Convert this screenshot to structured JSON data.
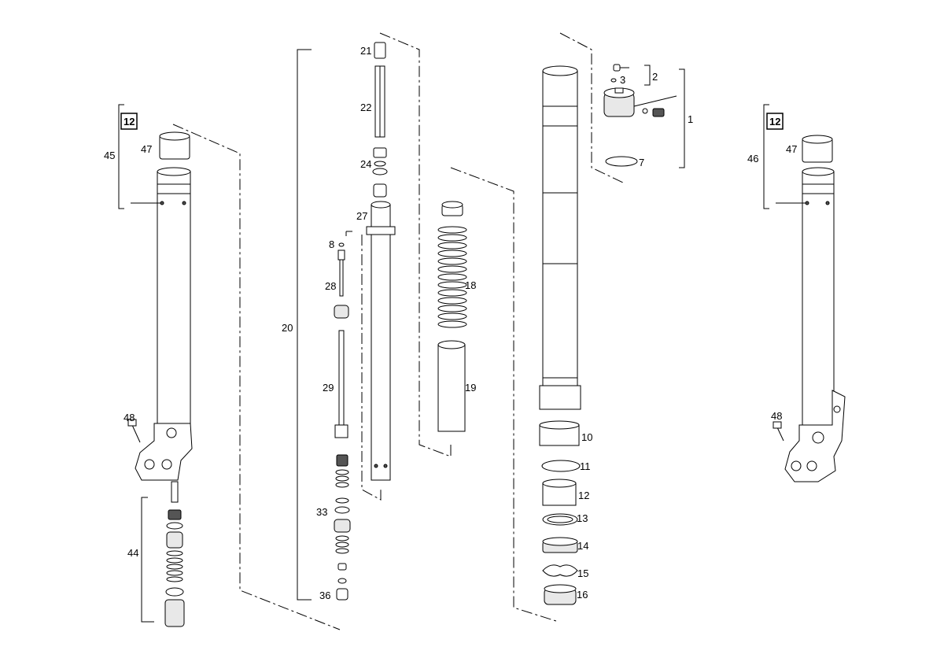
{
  "diagram": {
    "callouts": {
      "c1": "1",
      "c2": "2",
      "c3": "3",
      "c7": "7",
      "c8": "8",
      "c10": "10",
      "c11": "11",
      "c12": "12",
      "c13": "13",
      "c14": "14",
      "c15": "15",
      "c16": "16",
      "c18": "18",
      "c19": "19",
      "c20": "20",
      "c21": "21",
      "c22": "22",
      "c24": "24",
      "c27": "27",
      "c28": "28",
      "c29": "29",
      "c33": "33",
      "c36": "36",
      "c44": "44",
      "c45": "45",
      "c46": "46",
      "c47a": "47",
      "c47b": "47",
      "c48a": "48",
      "c48b": "48"
    },
    "boxed_labels": {
      "left": "12",
      "right": "12"
    }
  }
}
